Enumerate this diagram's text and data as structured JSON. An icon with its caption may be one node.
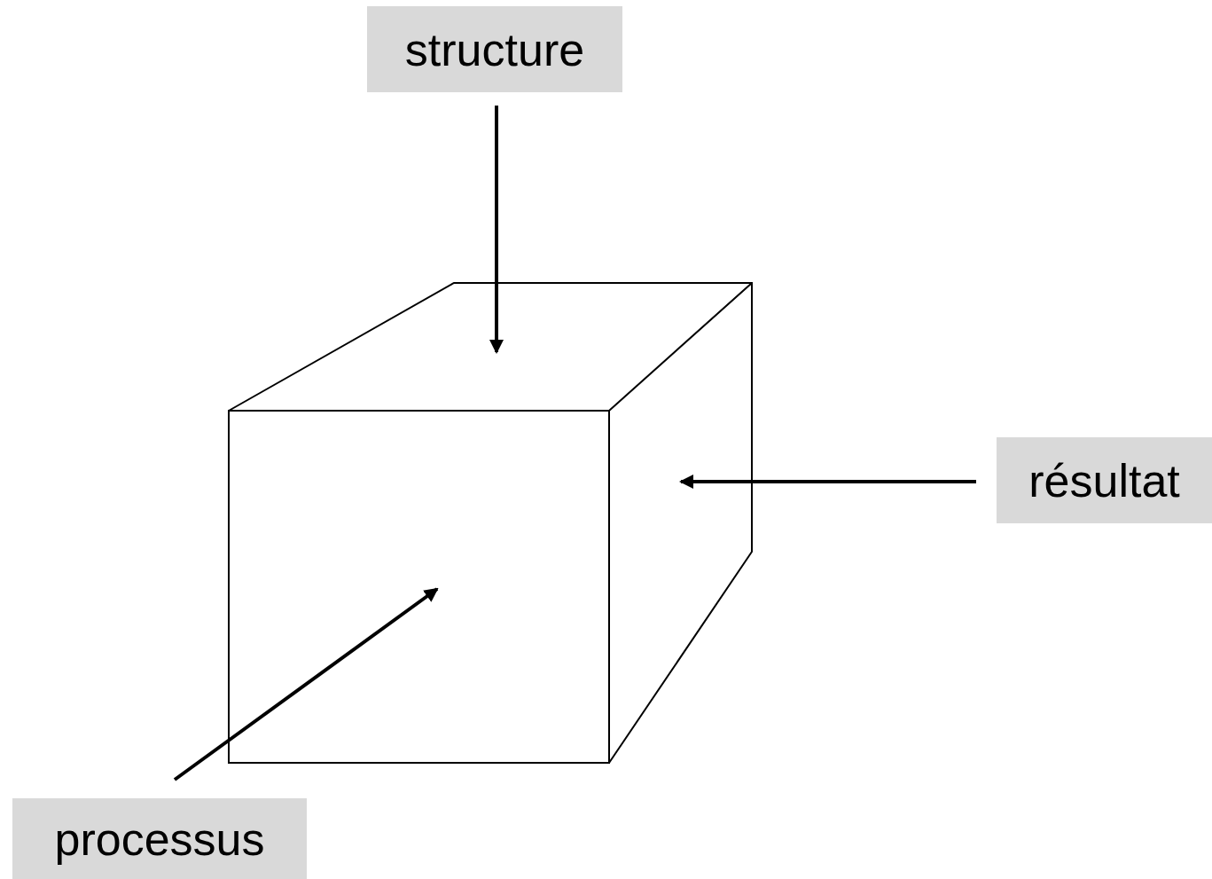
{
  "diagram": {
    "nodes": [
      {
        "text": [
          "structure"
        ]
      },
      {
        "text": [
          "résultat"
        ]
      },
      {
        "text": [
          "processus"
        ]
      },
      {
        "text": [],
        "shape": "box"
      }
    ],
    "edges": [
      {
        "from": 0,
        "to": 3,
        "arrow": "to"
      },
      {
        "from": 1,
        "to": 3,
        "arrow": "to"
      },
      {
        "from": 2,
        "to": 3,
        "arrow": "to"
      }
    ]
  }
}
